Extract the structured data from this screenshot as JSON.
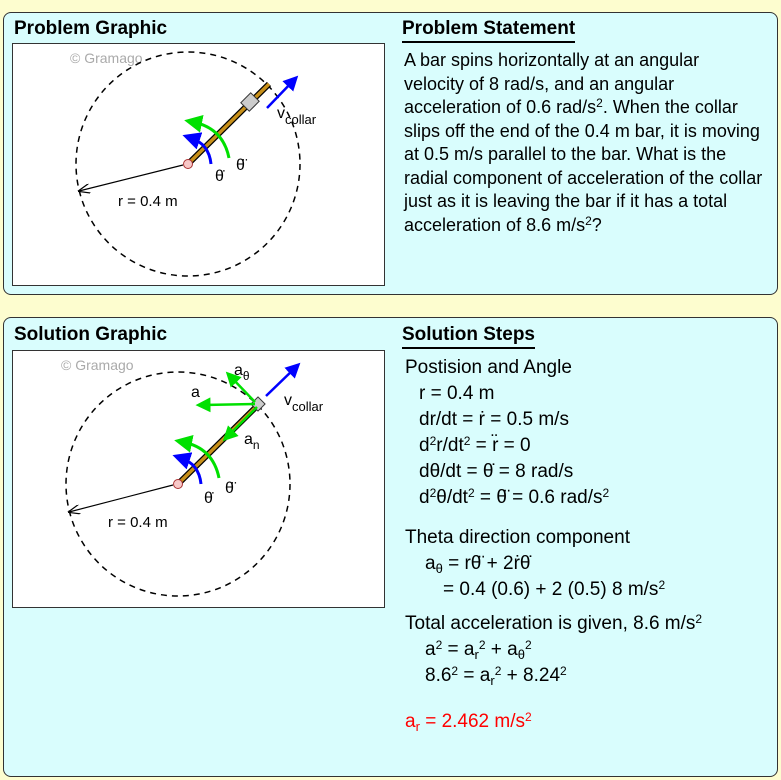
{
  "problem": {
    "graphic_title": "Problem Graphic",
    "statement_title": "Problem Statement",
    "statement_parts": [
      "A bar spins horizontally at an angular velocity of 8 rad/s, and an angular acceleration of 0.6 rad/s",
      "2",
      ". When the collar slips off the end of the 0.4 m bar, it is moving at 0.5 m/s parallel to the bar. What is the radial component of acceleration of the collar just as it is leaving the bar if it has a total acceleration of 8.6 m/s",
      "2",
      "?"
    ]
  },
  "solution": {
    "graphic_title": "Solution Graphic",
    "steps_title": "Solution Steps",
    "section1": "Postision and Angle",
    "r_line": "r = 0.4 m",
    "dr_line": [
      "dr/dt = ",
      "ṙ",
      " = 0.5 m/s"
    ],
    "d2r_line": [
      "d",
      "2",
      "r/dt",
      "2",
      " = ",
      "r̈",
      " = 0"
    ],
    "dth_line": [
      "dθ/dt = ",
      "θ̇",
      " = 8 rad/s"
    ],
    "d2th_line": [
      "d",
      "2",
      "θ/dt",
      "2",
      " = ",
      "θ̈",
      " = 0.6 rad/s",
      "2"
    ],
    "section2": "Theta direction component",
    "atheta_a": "a",
    "atheta_sub": "θ",
    "atheta_eq": " = rθ̈ + 2ṙθ̇",
    "atheta_calc": "= 0.4 (0.6) + 2 (0.5) 8 m/s",
    "atheta_calc_sup": "2",
    "section3": "Total acceleration is given, 8.6 m/s",
    "section3_sup": "2",
    "eq1": [
      "a",
      "2",
      " = a",
      "r",
      "2",
      " + a",
      "θ",
      "2"
    ],
    "eq2": [
      "8.6",
      "2",
      " = a",
      "r",
      "2",
      " + 8.24",
      "2"
    ],
    "answer": [
      "a",
      "r",
      " = 2.462 m/s",
      "2"
    ]
  },
  "diagram": {
    "watermark": "© Gramago",
    "radius_label": "r = 0.4 m",
    "v_label": "v",
    "v_sub": "collar",
    "theta_dot": "θ̇",
    "theta_ddot": "θ̈",
    "a_label": "a",
    "a_theta": "a",
    "a_theta_sub": "θ",
    "a_n": "a",
    "a_n_sub": "n",
    "colors": {
      "bar": "#c8901a",
      "omega": "#0000ff",
      "alpha": "#00e000",
      "velocity": "#0000ff",
      "accel": "#00ee00",
      "answer": "#ff0000"
    }
  }
}
